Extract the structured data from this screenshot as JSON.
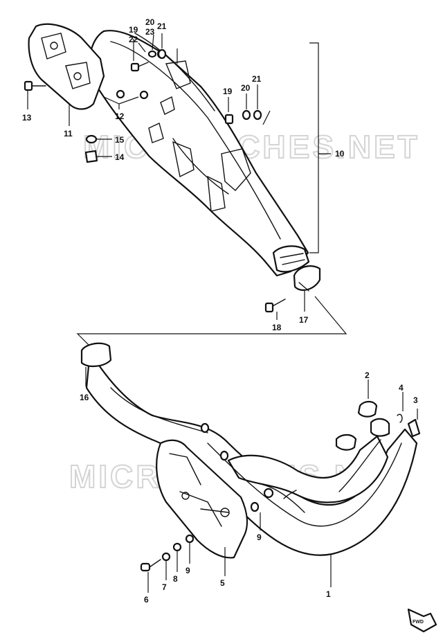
{
  "watermarks": {
    "top": "MICROFICHES.NET",
    "bottom": "MICROFICHES.NET"
  },
  "callouts": {
    "c1": "1",
    "c2": "2",
    "c3": "3",
    "c4": "4",
    "c5": "5",
    "c6": "6",
    "c7": "7",
    "c8": "8",
    "c9a": "9",
    "c9b": "9",
    "c10": "10",
    "c11": "11",
    "c12": "12",
    "c13": "13",
    "c14": "14",
    "c15": "15",
    "c16": "16",
    "c17": "17",
    "c18": "18",
    "c19a": "19",
    "c19b": "19",
    "c20a": "20",
    "c20b": "20",
    "c21a": "21",
    "c21b": "21",
    "c22": "22",
    "c23": "23"
  },
  "front_indicator": "FWD"
}
